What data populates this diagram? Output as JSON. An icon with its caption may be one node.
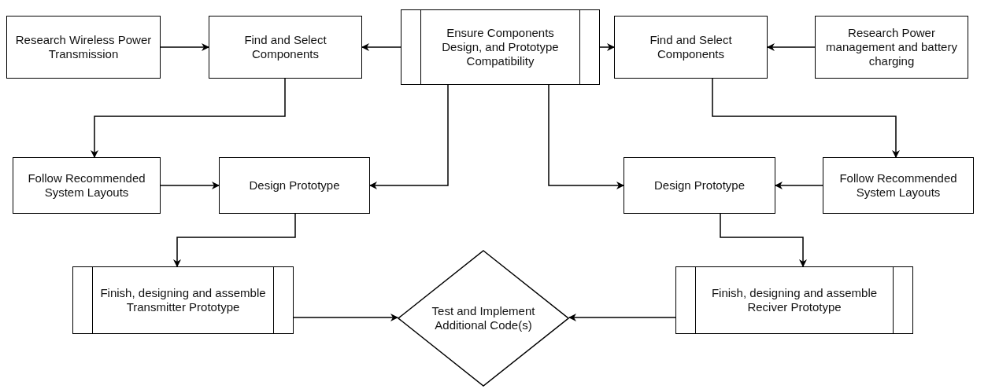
{
  "diagram": {
    "nodes": [
      {
        "text": [
          "Research Wireless Power Transmission"
        ]
      },
      {
        "text": [
          "Find and Select Components"
        ]
      },
      {
        "text": [
          "Ensure Components Design, and Prototype Compatibility"
        ]
      },
      {
        "text": [
          "Find and Select Components"
        ]
      },
      {
        "text": [
          "Research Power management and battery charging"
        ]
      },
      {
        "text": [
          "Follow Recommended System Layouts"
        ]
      },
      {
        "text": [
          "Design Prototype"
        ]
      },
      {
        "text": [
          "Design Prototype"
        ]
      },
      {
        "text": [
          "Follow Recommended System Layouts"
        ]
      },
      {
        "text": [
          "Finish, designing and assemble Transmitter Prototype"
        ]
      },
      {
        "text": [
          "Test and Implement Additional Code(s)"
        ]
      },
      {
        "text": [
          "Finish, designing and assemble Reciver Prototype"
        ]
      }
    ],
    "edges": [
      {
        "from": 0,
        "to": 1,
        "arrow": "to"
      },
      {
        "from": 2,
        "to": 1,
        "arrow": "to"
      },
      {
        "from": 2,
        "to": 3,
        "arrow": "to"
      },
      {
        "from": 4,
        "to": 3,
        "arrow": "to"
      },
      {
        "from": 1,
        "to": 5,
        "arrow": "to"
      },
      {
        "from": 5,
        "to": 6,
        "arrow": "to"
      },
      {
        "from": 2,
        "to": 6,
        "arrow": "to"
      },
      {
        "from": 2,
        "to": 7,
        "arrow": "to"
      },
      {
        "from": 3,
        "to": 8,
        "arrow": "to"
      },
      {
        "from": 8,
        "to": 7,
        "arrow": "to"
      },
      {
        "from": 6,
        "to": 9,
        "arrow": "to"
      },
      {
        "from": 7,
        "to": 11,
        "arrow": "to"
      },
      {
        "from": 9,
        "to": 10,
        "arrow": "to"
      },
      {
        "from": 11,
        "to": 10,
        "arrow": "to"
      }
    ]
  }
}
